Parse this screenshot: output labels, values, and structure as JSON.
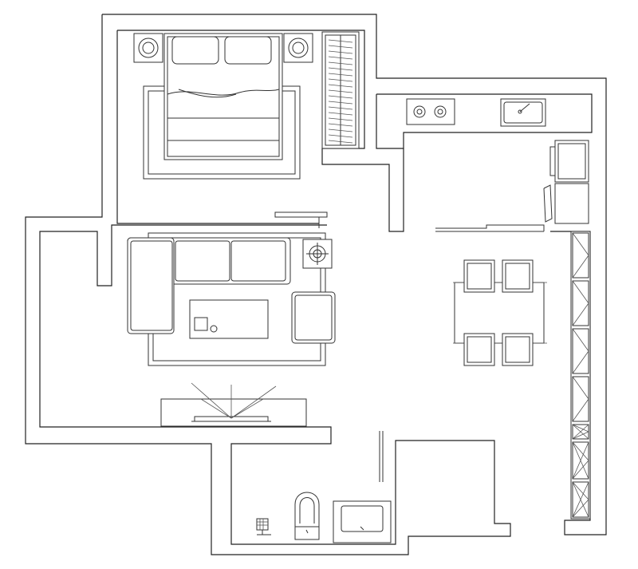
{
  "image": {
    "description_type": "architectural floor plan",
    "colors": {
      "line": "#222222",
      "background": "#ffffff"
    },
    "rooms": [
      {
        "id": "bedroom",
        "furniture": [
          "double-bed",
          "nightstand-left",
          "nightstand-right",
          "wardrobe",
          "rug"
        ]
      },
      {
        "id": "kitchen",
        "furniture": [
          "stove",
          "sink",
          "refrigerator",
          "oven",
          "counter"
        ]
      },
      {
        "id": "living-room",
        "furniture": [
          "sofa",
          "coffee-table",
          "side-table",
          "armchair",
          "tv-cabinet",
          "floor-lamp",
          "rug"
        ]
      },
      {
        "id": "dining-area",
        "furniture": [
          "dining-table",
          "chair",
          "chair",
          "chair",
          "chair"
        ]
      },
      {
        "id": "bathroom",
        "furniture": [
          "toilet",
          "washbasin",
          "floor-drain"
        ]
      },
      {
        "id": "storage",
        "furniture": [
          "tall-cabinets"
        ]
      }
    ]
  }
}
